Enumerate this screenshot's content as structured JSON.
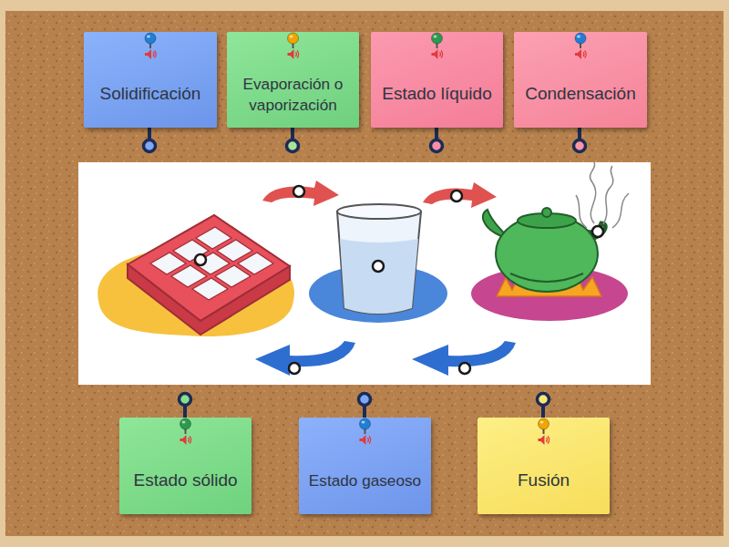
{
  "diagram": {
    "nodes": [
      {
        "text": [
          "Solidificación"
        ]
      },
      {
        "text": [
          "Evaporación o vaporización"
        ]
      },
      {
        "text": [
          "Estado líquido"
        ]
      },
      {
        "text": [
          "Condensación"
        ]
      },
      {
        "text": [
          "Estado sólido"
        ]
      },
      {
        "text": [
          "Estado gaseoso"
        ]
      },
      {
        "text": [
          "Fusión"
        ]
      }
    ]
  }
}
